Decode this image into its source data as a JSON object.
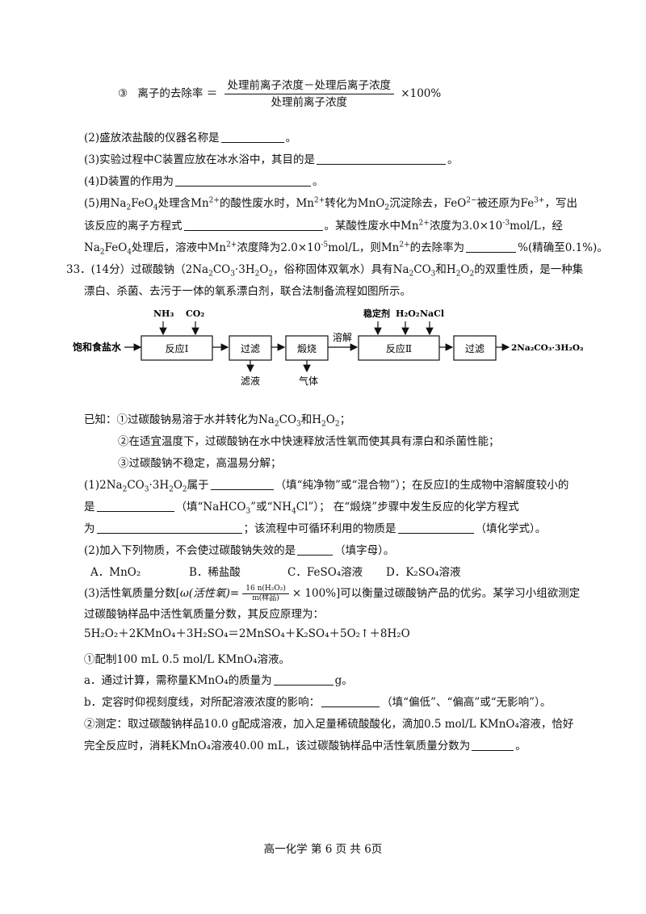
{
  "removal_rate": {
    "marker": "③",
    "label": "离子的去除率",
    "eq": "＝",
    "numerator": "处理前离子浓度－处理后离子浓度",
    "denominator": "处理前离子浓度",
    "times": "×100%"
  },
  "q2": {
    "a": "(2)盛放浓盐酸的仪器名称是",
    "b": "。"
  },
  "q3": {
    "a": "(3)实验过程中C装置应放在冰水浴中，其目的是",
    "b": "。"
  },
  "q4": {
    "a": "(4)D装置的作用为",
    "b": "。"
  },
  "q5": {
    "l1a": "(5)用Na",
    "l1b": "FeO",
    "l1c": "处理含Mn",
    "l1d": "的酸性废水时，Mn",
    "l1e": "转化为MnO",
    "l1f": "沉淀除去，FeO",
    "l1g": "被还原为Fe",
    "l1h": "，写出",
    "l2a": "该反应的离子方程式",
    "l2b": "。某酸性废水中Mn",
    "l2c": "浓度为3.0×10",
    "l2d": "mol/L，经",
    "l3a": "Na",
    "l3b": "FeO",
    "l3c": "处理后，溶液中Mn",
    "l3d": "浓度降为2.0×10",
    "l3e": "mol/L，则Mn",
    "l3f": "的去除率为",
    "l3g": "%(精确至0.1%)。",
    "sub2": "2",
    "sub4": "4",
    "sup2p": "2+",
    "sup3p": "3+",
    "sup2m": "2−",
    "exp3": "-3",
    "exp5": "-5"
  },
  "q33": {
    "l1a": "33．(14分）过碳酸钠（2Na",
    "l1b": "CO",
    "l1c": "·3H",
    "l1d": "O",
    "l1e": "，俗称固体双氧水）具有Na",
    "l1f": "CO",
    "l1g": "和H",
    "l1h": "O",
    "l1i": "的双重性质，是一种集",
    "l2": "漂白、杀菌、去污于一体的氧系漂白剂，联合法制备流程如图所示。"
  },
  "flow": {
    "input": "饱和食盐水",
    "nh3": "NH₃",
    "co2": "CO₂",
    "box1": "反应Ⅰ",
    "box2": "过滤",
    "box3": "煅烧",
    "box4": "反应Ⅱ",
    "box5": "过滤",
    "filtrate": "滤液",
    "gas": "气体",
    "dissolve": "溶解",
    "stabilizer": "稳定剂",
    "h2o2": "H₂O₂",
    "nacl": "NaCl",
    "product": "2Na₂CO₃·3H₂O₂"
  },
  "known": {
    "k1a": "已知：①过碳酸钠易溶于水并转化为Na",
    "k1b": "CO",
    "k1c": "和H",
    "k1d": "O",
    "k1e": "；",
    "k2": "②在适宜温度下，过碳酸钠在水中快速释放活性氧而使其具有漂白和杀菌性能；",
    "k3": "③过碳酸钠不稳定，高温易分解；"
  },
  "q1": {
    "l1a": "(1)2Na",
    "l1b": "CO",
    "l1c": "·3H",
    "l1d": "O",
    "l1e": "属于",
    "l1f": "（填“纯净物”或“混合物”）；在反应Ⅰ的生成物中溶解度较小的",
    "l2a": "是",
    "l2b": "（填“NaHCO",
    "l2c": "”或“NH",
    "l2d": "Cl”）；  在“煅烧”步骤中发生反应的化学方程式",
    "l3a": "为",
    "l3b": "；该流程中可循环利用的物质是",
    "l3c": "（填化学式）。"
  },
  "q2b": {
    "l1a": "(2)加入下列物质，不会使过碳酸钠失效的是",
    "l1b": "（填字母）。",
    "options": [
      "A．MnO₂",
      "B．稀盐酸",
      "C．FeSO₄溶液",
      "D．K₂SO₄溶液"
    ]
  },
  "q3b": {
    "l1a": "(3)活性氧质量分数[",
    "omega": "ω(活性氧)=",
    "num": "16 n(H₂O₂)",
    "den": "m(样品)",
    "l1b": "× 100%]可以衡量过碳酸钠产品的优劣。某学习小组欲测定",
    "l2": "过碳酸钠样品中活性氧质量分数，其反应原理为：",
    "l3": "5H₂O₂＋2KMnO₄＋3H₂SO₄＝2MnSO₄＋K₂SO₄＋5O₂↑＋8H₂O"
  },
  "prep": {
    "p1": "①配制100 mL 0.5 mol/L KMnO₄溶液。",
    "pa1": "a．通过计算，需称量KMnO₄的质量为",
    "pa2": "g。",
    "pb1": "b．定容时仰视刻度线，对所配溶液浓度的影响：",
    "pb2": "（填“偏低”、“偏高”或“无影响”）。",
    "p2a": "②测定：取过碳酸钠样品10.0 g配成溶液，加入足量稀硫酸酸化，滴加0.5 mol/L KMnO₄溶液，恰好",
    "p2b": "完全反应时，消耗KMnO₄溶液40.00 mL，该过碳酸钠样品中活性氧质量分数为",
    "p2c": "。"
  },
  "footer": "高一化学  第 6 页 共 6页"
}
